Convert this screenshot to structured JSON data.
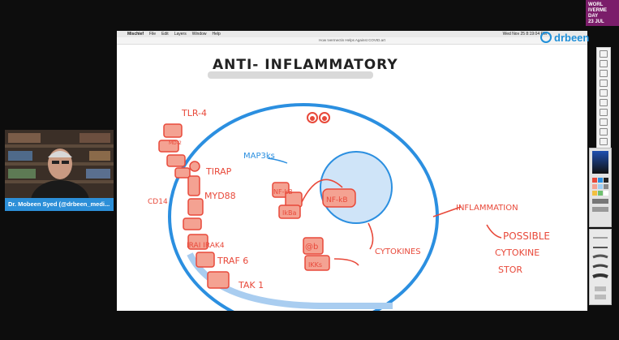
{
  "menubar": {
    "app_name": "Mischief",
    "items": [
      "File",
      "Edit",
      "Layers",
      "Window",
      "Help"
    ],
    "status": "Wed Nov 25  8:19:04 PM"
  },
  "titlebar": {
    "doc_title": "How Ivermectin Helps Against COVID.art"
  },
  "drawing": {
    "title": "ANTI- INFLAMMATORY",
    "labels": {
      "tlr4": "TLR-4",
      "md2": "MD-2",
      "cd14": "CD14",
      "tirap": "TIRAP",
      "myd88": "MYD88",
      "irak": "IRAI IRAK4",
      "traf6": "TRAF 6",
      "tak1": "TAK 1",
      "map3ks": "MAP3ks",
      "nfkb": "NF-kB",
      "ikba": "IkBa",
      "ab": "@b",
      "ikks": "IKKs",
      "nfkb_nucleus": "NF-kB",
      "cytokines": "CYTOKINES",
      "inflammation": "INFLAMMATION",
      "possible": "POSSIBLE",
      "cytokine": "CYTOKINE",
      "stor": "STOR"
    }
  },
  "presenter": {
    "name": "Dr. Mobeen Syed (@drbeen_medi..."
  },
  "brand": {
    "logo_text": "drbeen"
  },
  "badge": {
    "line1": "WORL",
    "line2": "IVERME",
    "line3": "DAY",
    "line4": "23 JUL"
  },
  "colors": {
    "ink": "#e8493a",
    "blue": "#2b8fe0",
    "nameplate": "#2c8fd8"
  }
}
